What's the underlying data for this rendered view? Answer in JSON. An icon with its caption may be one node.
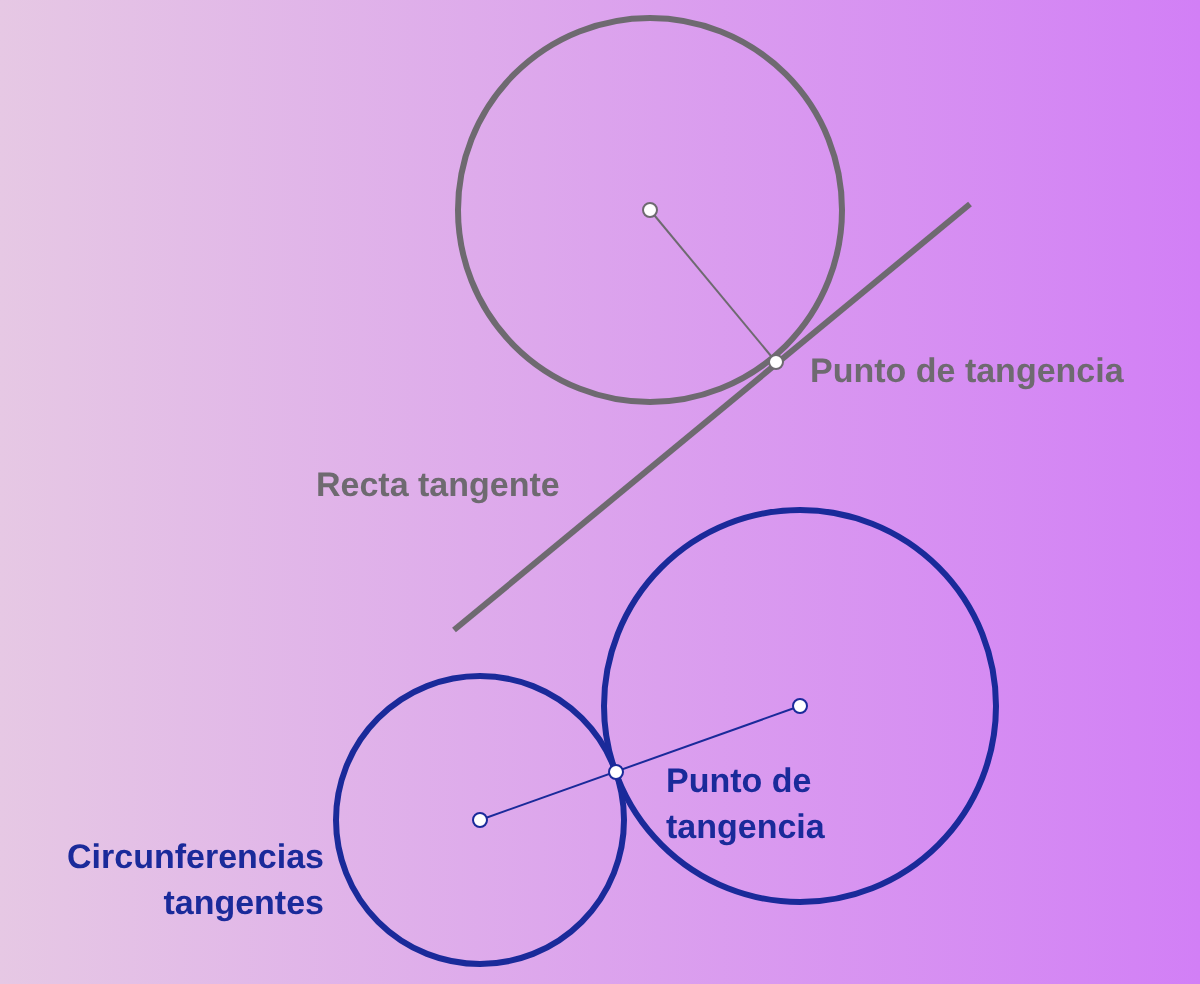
{
  "diagram": {
    "labels": [
      "Punto de tangencia",
      "Recta tangente",
      "Punto de tangencia",
      "Circunferencias tangentes"
    ]
  }
}
